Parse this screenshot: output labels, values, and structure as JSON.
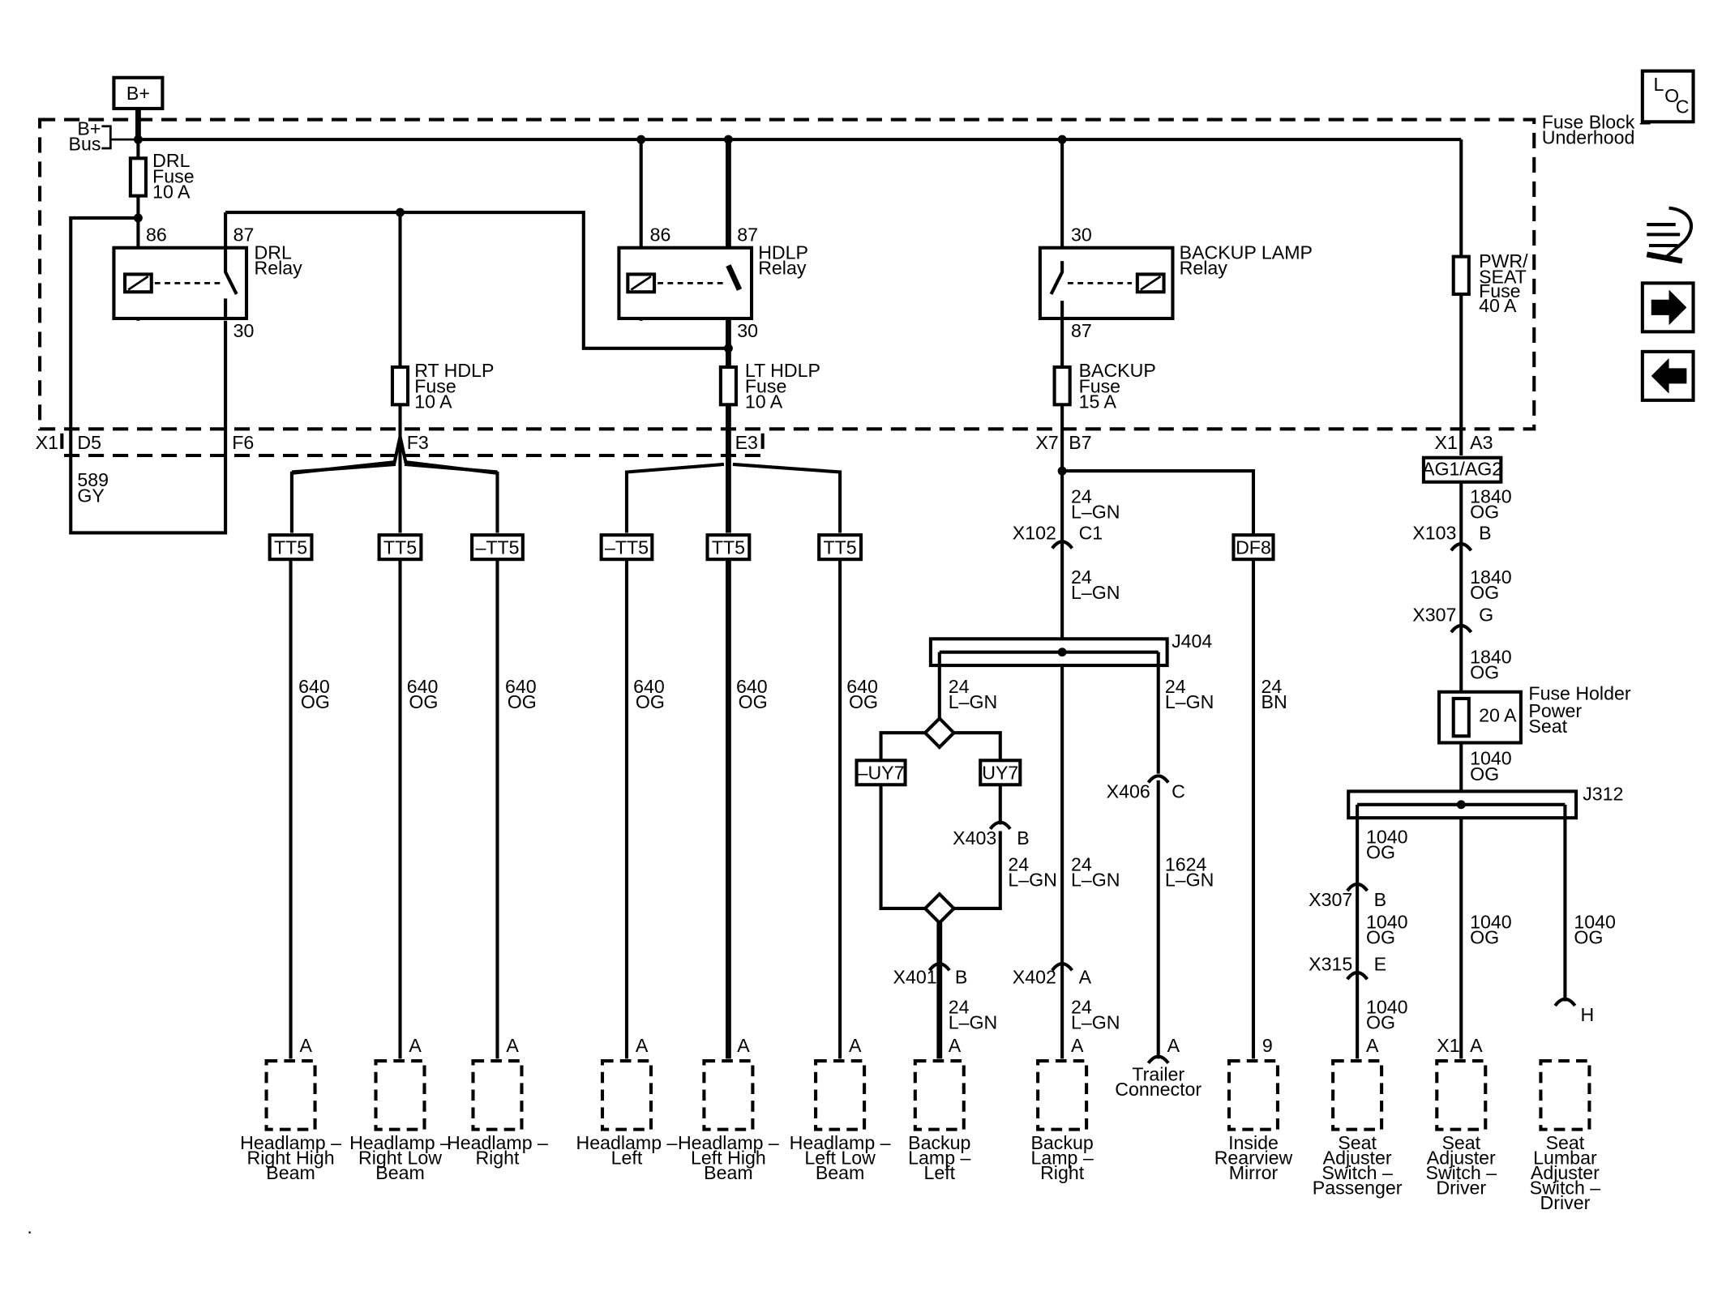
{
  "header": {
    "bplus_label": "B+",
    "loc_l": "L",
    "loc_o": "O",
    "loc_c": "C"
  },
  "fuse_block": {
    "title_line1": "Fuse Block –",
    "title_line2": "Underhood",
    "bus_line1": "B+",
    "bus_line2": "Bus",
    "x1_left": "X1",
    "x1_right": "X1",
    "x7": "X7"
  },
  "fuses": {
    "drl": [
      "DRL",
      "Fuse",
      "10 A"
    ],
    "rt_hdlp": [
      "RT HDLP",
      "Fuse",
      "10 A"
    ],
    "lt_hdlp": [
      "LT HDLP",
      "Fuse",
      "10 A"
    ],
    "backup": [
      "BACKUP",
      "Fuse",
      "15 A"
    ],
    "pwr_seat": [
      "PWR/",
      "SEAT",
      "Fuse",
      "40 A"
    ]
  },
  "relays": {
    "drl": [
      "DRL",
      "Relay"
    ],
    "hdlp": [
      "HDLP",
      "Relay"
    ],
    "backup": [
      "BACKUP LAMP",
      "Relay"
    ],
    "pins": {
      "drl_86": "86",
      "drl_87": "87",
      "drl_30": "30",
      "hdlp_86": "86",
      "hdlp_87": "87",
      "hdlp_30": "30",
      "bl_30": "30",
      "bl_87": "87"
    }
  },
  "pins": {
    "d5": "D5",
    "f6": "F6",
    "f3": "F3",
    "e3": "E3",
    "b7": "B7",
    "a3": "A3"
  },
  "drl_wire": [
    "589",
    "GY"
  ],
  "tt5_boxes": [
    "TT5",
    "TT5",
    "–TT5",
    "–TT5",
    "TT5",
    "TT5"
  ],
  "headlamp_wires": [
    "640",
    "OG"
  ],
  "backup_circuit": {
    "wire_24_lgn": [
      "24",
      "L–GN"
    ],
    "x102": "X102",
    "c1": "C1",
    "j404": "J404",
    "uy7_neg": "–UY7",
    "uy7": "UY7",
    "x403": "X403",
    "x403_pin": "B",
    "x401": "X401",
    "x401_pin": "B",
    "x402": "X402",
    "x402_pin": "A",
    "x406": "X406",
    "x406_pin": "C",
    "trailer_wire": [
      "1624",
      "L–GN"
    ],
    "df8": "DF8",
    "mirror_wire": [
      "24",
      "BN"
    ]
  },
  "seat_circuit": {
    "ag": "AG1/AG2",
    "wire_1840": [
      "1840",
      "OG"
    ],
    "x103": "X103",
    "x103_pin": "B",
    "x307": "X307",
    "x307_pin": "G",
    "fuse_holder": [
      "Fuse Holder",
      "Power",
      "Seat"
    ],
    "fuse_20a": "20 A",
    "wire_1040": [
      "1040",
      "OG"
    ],
    "j312": "J312",
    "x307b": "X307",
    "x307b_pin": "B",
    "x315": "X315",
    "x315_pin": "E",
    "x1": "X1",
    "pin_h": "H"
  },
  "components": [
    {
      "pin": "A",
      "lines": [
        "Headlamp –",
        "Right High",
        "Beam"
      ]
    },
    {
      "pin": "A",
      "lines": [
        "Headlamp –",
        "Right Low",
        "Beam"
      ]
    },
    {
      "pin": "A",
      "lines": [
        "Headlamp –",
        "Right"
      ]
    },
    {
      "pin": "A",
      "lines": [
        "Headlamp –",
        "Left"
      ]
    },
    {
      "pin": "A",
      "lines": [
        "Headlamp –",
        "Left High",
        "Beam"
      ]
    },
    {
      "pin": "A",
      "lines": [
        "Headlamp –",
        "Left Low",
        "Beam"
      ]
    },
    {
      "pin": "A",
      "lines": [
        "Backup",
        "Lamp –",
        "Left"
      ]
    },
    {
      "pin": "A",
      "lines": [
        "Backup",
        "Lamp –",
        "Right"
      ]
    },
    {
      "pin": "A",
      "lines": [
        "Trailer",
        "Connector"
      ]
    },
    {
      "pin": "9",
      "lines": [
        "Inside",
        "Rearview",
        "Mirror"
      ]
    },
    {
      "pin": "A",
      "lines": [
        "Seat",
        "Adjuster",
        "Switch –",
        "Passenger"
      ]
    },
    {
      "pin": "A",
      "lines": [
        "Seat",
        "Adjuster",
        "Switch –",
        "Driver"
      ]
    },
    {
      "pin": "",
      "lines": [
        "Seat",
        "Lumbar",
        "Adjuster",
        "Switch –",
        "Driver"
      ]
    }
  ]
}
